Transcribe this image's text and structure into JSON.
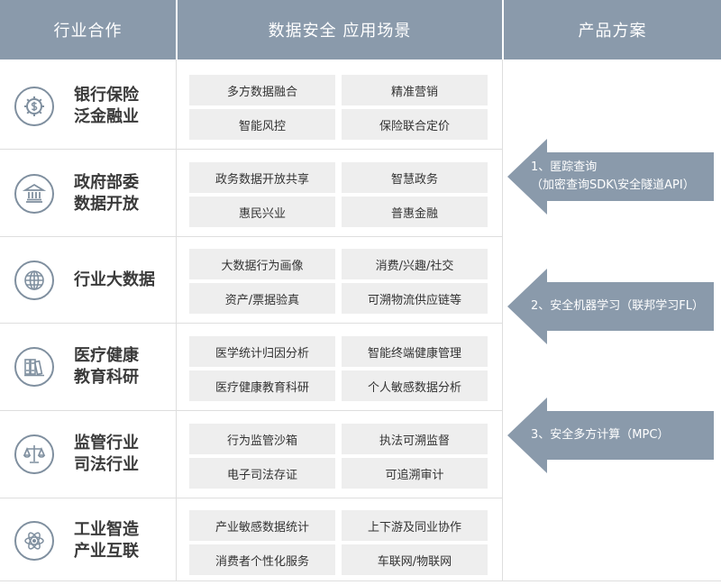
{
  "header": {
    "col1": "行业合作",
    "col2": "数据安全  应用场景",
    "col3": "产品方案"
  },
  "rows": [
    {
      "icon": "dollar-gear-icon",
      "label": "银行保险\n泛金融业",
      "cells": [
        "多方数据融合",
        "精准营销",
        "智能风控",
        "保险联合定价"
      ]
    },
    {
      "icon": "government-building-icon",
      "label": "政府部委\n数据开放",
      "cells": [
        "政务数据开放共享",
        "智慧政务",
        "惠民兴业",
        "普惠金融"
      ]
    },
    {
      "icon": "globe-icon",
      "label": "行业大数据",
      "cells": [
        "大数据行为画像",
        "消费/兴趣/社交",
        "资产/票据验真",
        "可溯物流供应链等"
      ]
    },
    {
      "icon": "books-icon",
      "label": "医疗健康\n教育科研",
      "cells": [
        "医学统计归因分析",
        "智能终端健康管理",
        "医疗健康教育科研",
        "个人敏感数据分析"
      ]
    },
    {
      "icon": "scales-icon",
      "label": "监管行业\n司法行业",
      "cells": [
        "行为监管沙箱",
        "执法可溯监督",
        "电子司法存证",
        "可追溯审计"
      ]
    },
    {
      "icon": "atom-icon",
      "label": "工业智造\n产业互联",
      "cells": [
        "产业敏感数据统计",
        "上下游及同业协作",
        "消费者个性化服务",
        "车联网/物联网"
      ]
    }
  ],
  "solutions": [
    {
      "line1": "1、匿踪查询",
      "line2": "（加密查询SDK\\安全隧道API）"
    },
    {
      "line1": "2、安全机器学习（联邦学习FL）",
      "line2": ""
    },
    {
      "line1": "3、安全多方计算（MPC）",
      "line2": ""
    }
  ],
  "colors": {
    "header": "#8a9aab",
    "arrow": "#8a9aab",
    "cell": "#eeeeee",
    "icon": "#7f8f9f"
  }
}
